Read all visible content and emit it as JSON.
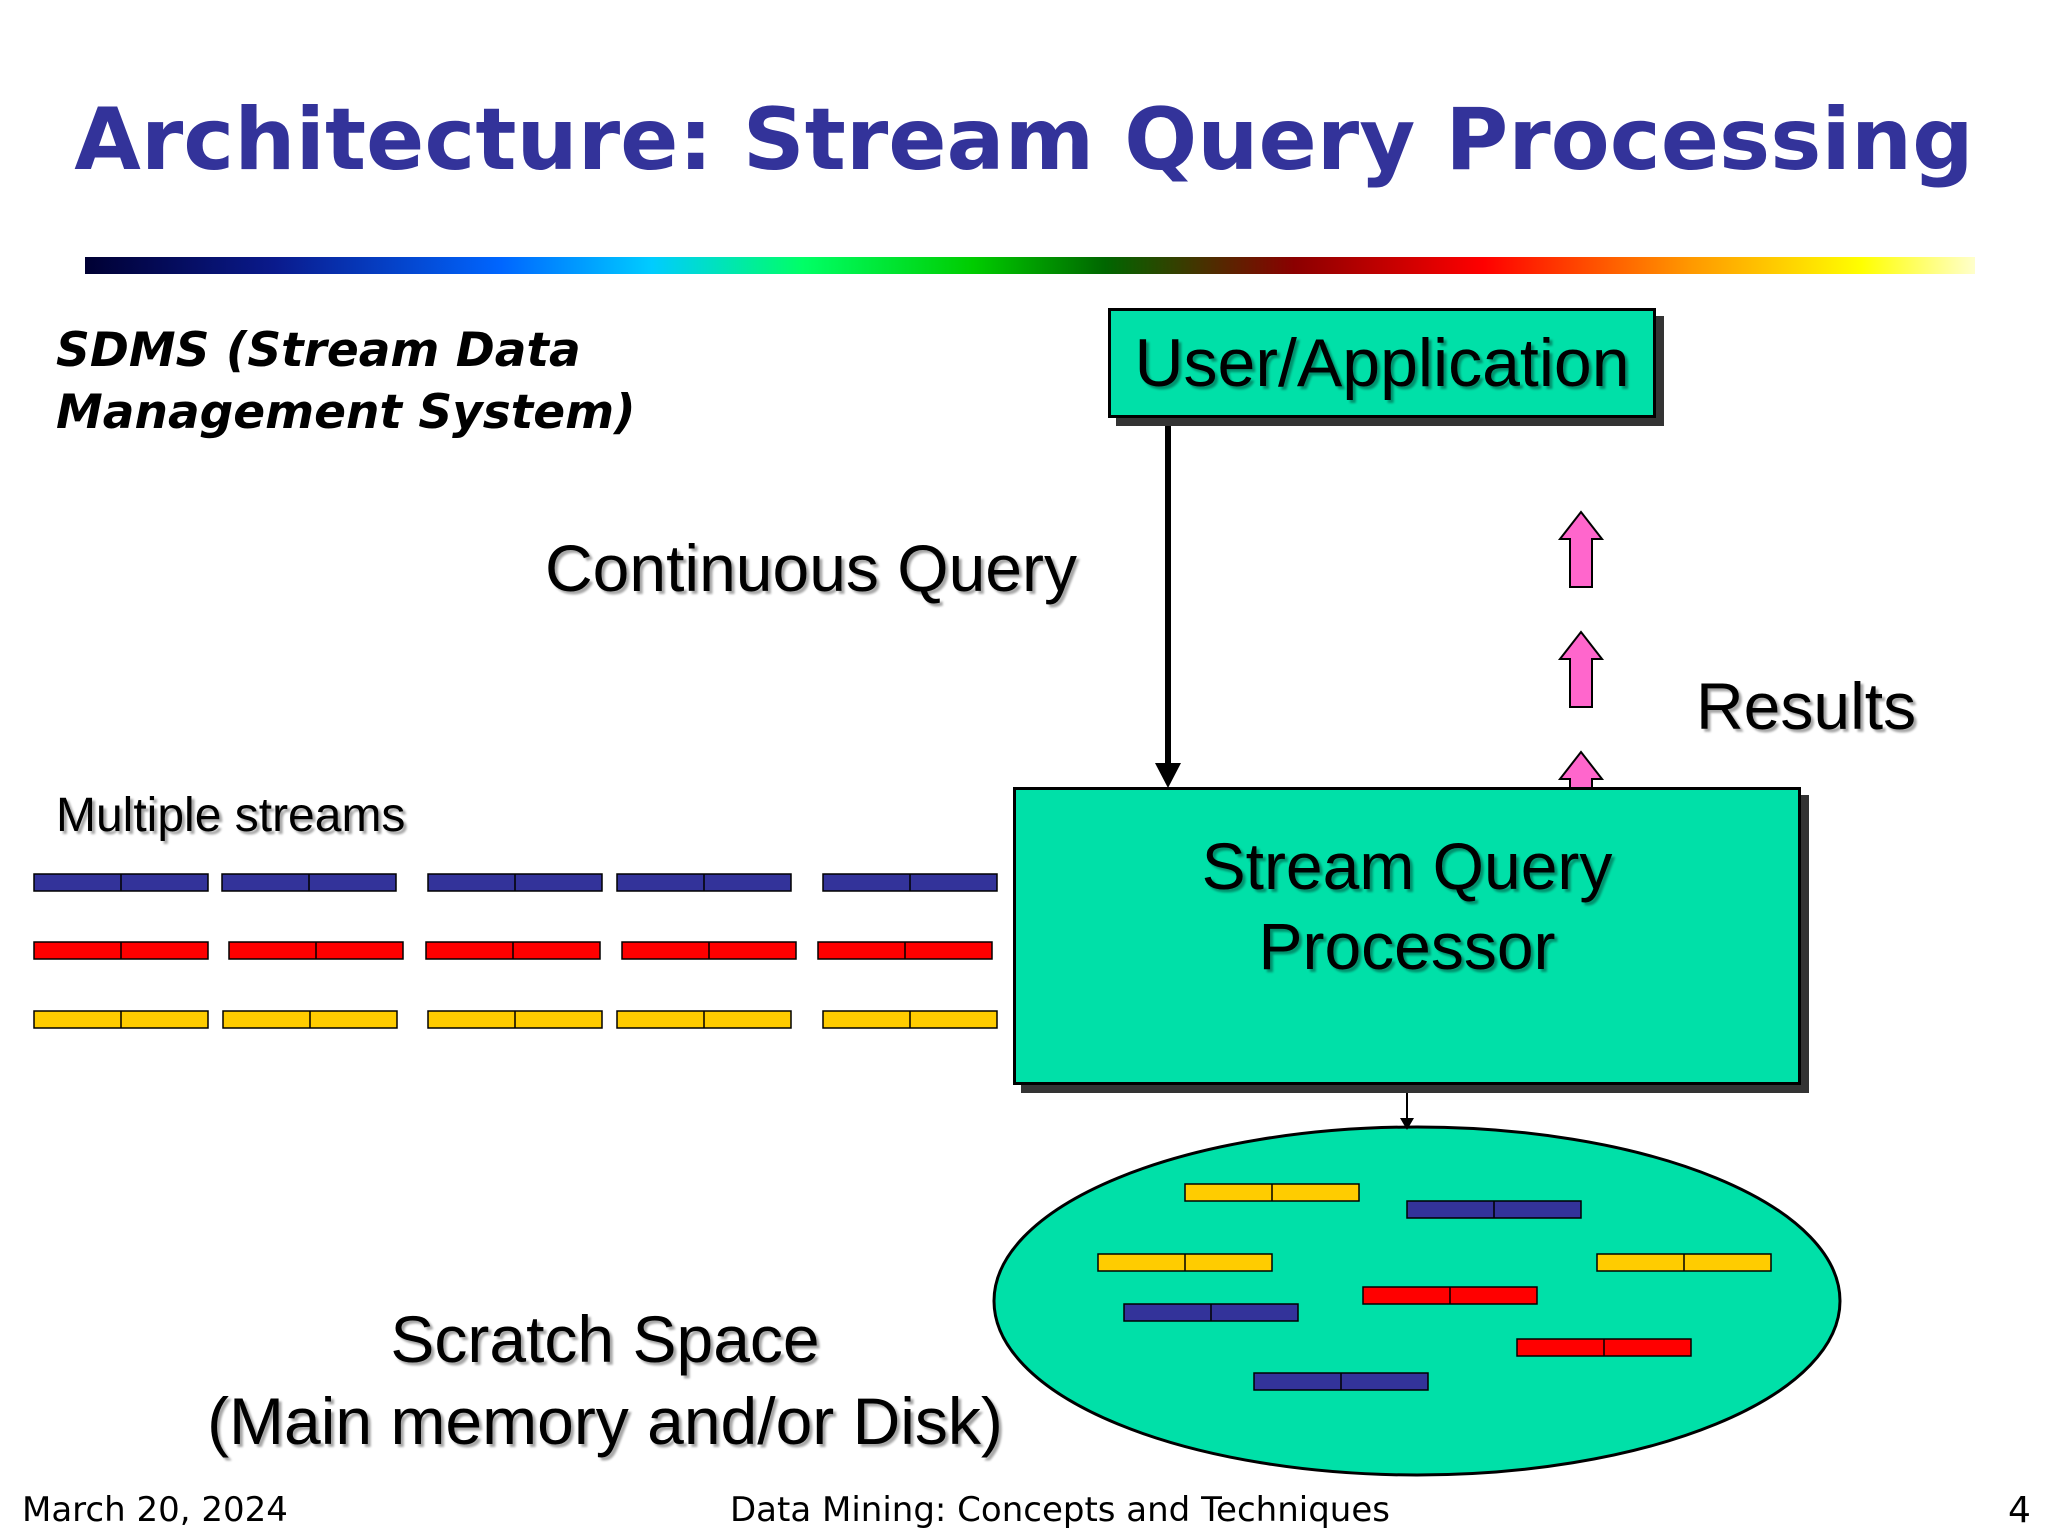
{
  "slide": {
    "title": "Architecture: Stream Query Processing",
    "system_label_lines": [
      "SDMS (Stream Data",
      "Management System)"
    ],
    "continuous_query_label": "Continuous Query",
    "results_label": "Results",
    "multiple_streams_label": "Multiple streams",
    "user_application_label": "User/Application",
    "processor_label_lines": [
      "Stream Query",
      "Processor"
    ],
    "scratch_label_lines": [
      "Scratch Space",
      "(Main memory and/or Disk)"
    ]
  },
  "footer": {
    "date": "March 20, 2024",
    "course": "Data Mining: Concepts and Techniques",
    "page": "4"
  },
  "colors": {
    "title": "#33339a",
    "box_fill": "#00e0a8",
    "stream_blue": "#33339a",
    "stream_red": "#ff0000",
    "stream_yellow": "#ffcc00",
    "result_arrow": "#ff66cc"
  }
}
